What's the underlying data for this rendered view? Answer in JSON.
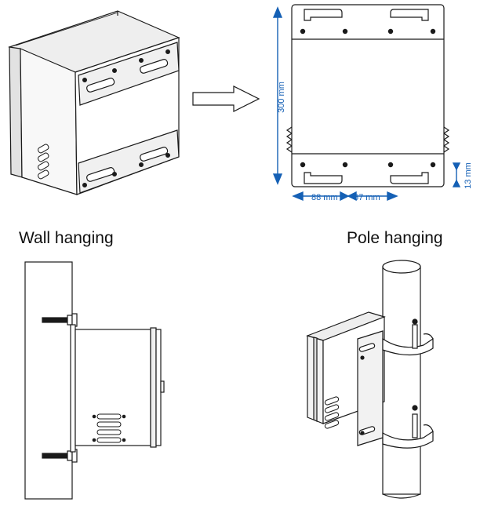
{
  "labels": {
    "wall": "Wall hanging",
    "pole": "Pole hanging"
  },
  "dimensions": {
    "height": "300 mm",
    "left_offset": "88 mm",
    "bracket_gap": "67 mm",
    "edge": "13 mm"
  },
  "colors": {
    "line": "#1a1a1a",
    "dimension": "#1560b5",
    "panel": "#f5f5f5",
    "panel_dark": "#d9d9d9"
  }
}
